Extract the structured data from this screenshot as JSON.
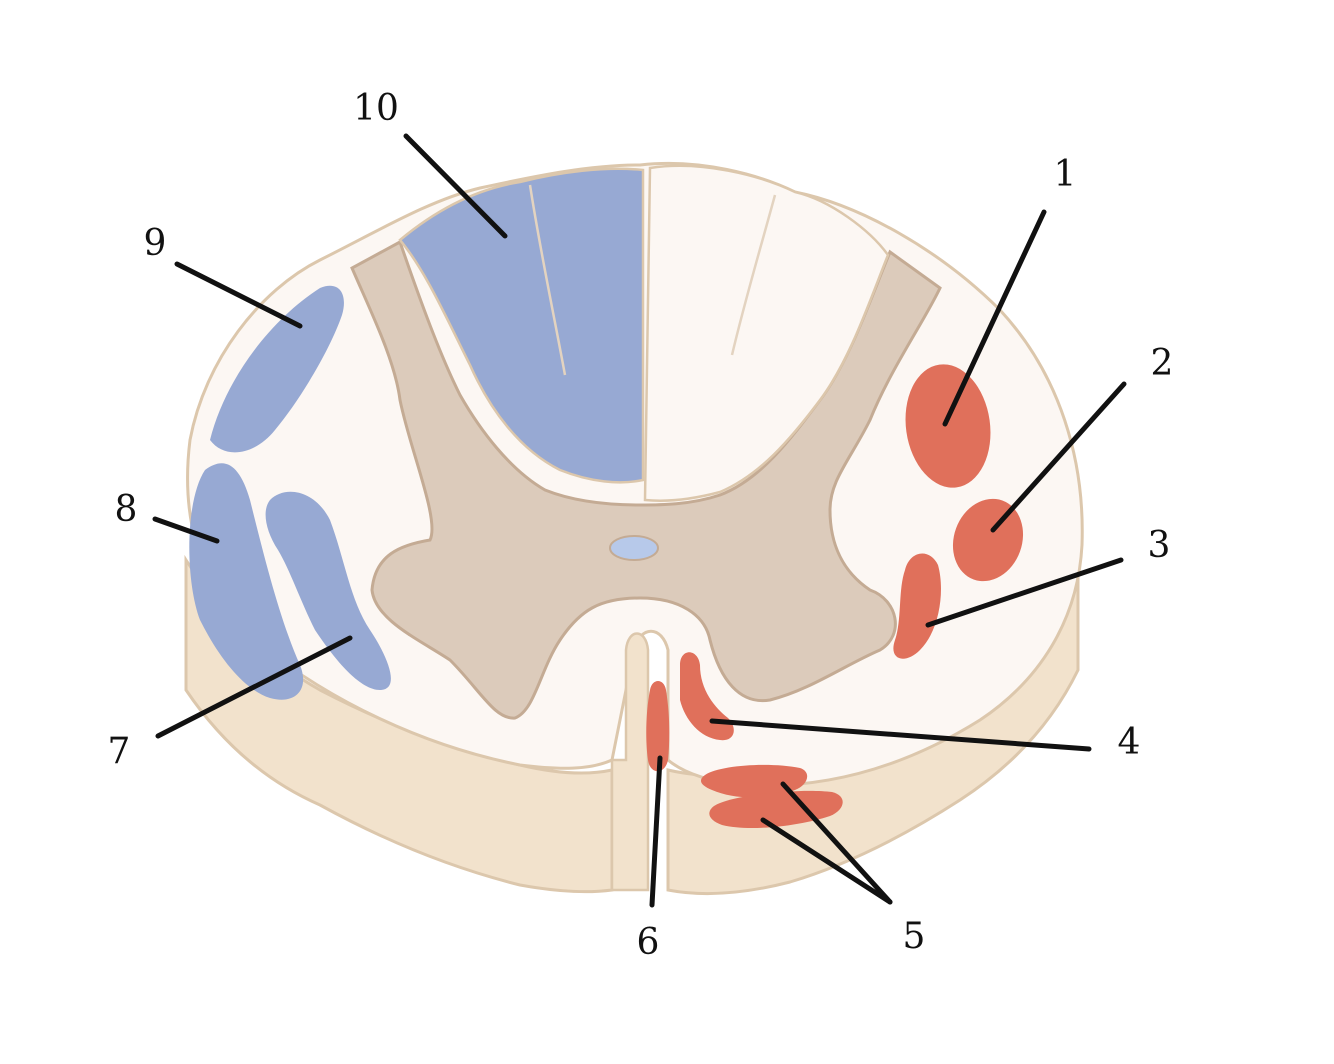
{
  "colors": {
    "background": "#ffffff",
    "white_matter": "#fcf7f3",
    "cord_side": "#f2e2cc",
    "outline": "#dcc7ac",
    "gray_matter": "#dccbbb",
    "gray_outline": "#c4ab94",
    "ascending_tract": "#97a9d3",
    "descending_tract": "#e0705b",
    "central_canal": "#b7c9ea",
    "label": "#111111"
  },
  "labels": {
    "l1": "1",
    "l2": "2",
    "l3": "3",
    "l4": "4",
    "l5": "5",
    "l6": "6",
    "l7": "7",
    "l8": "8",
    "l9": "9",
    "l10": "10"
  }
}
